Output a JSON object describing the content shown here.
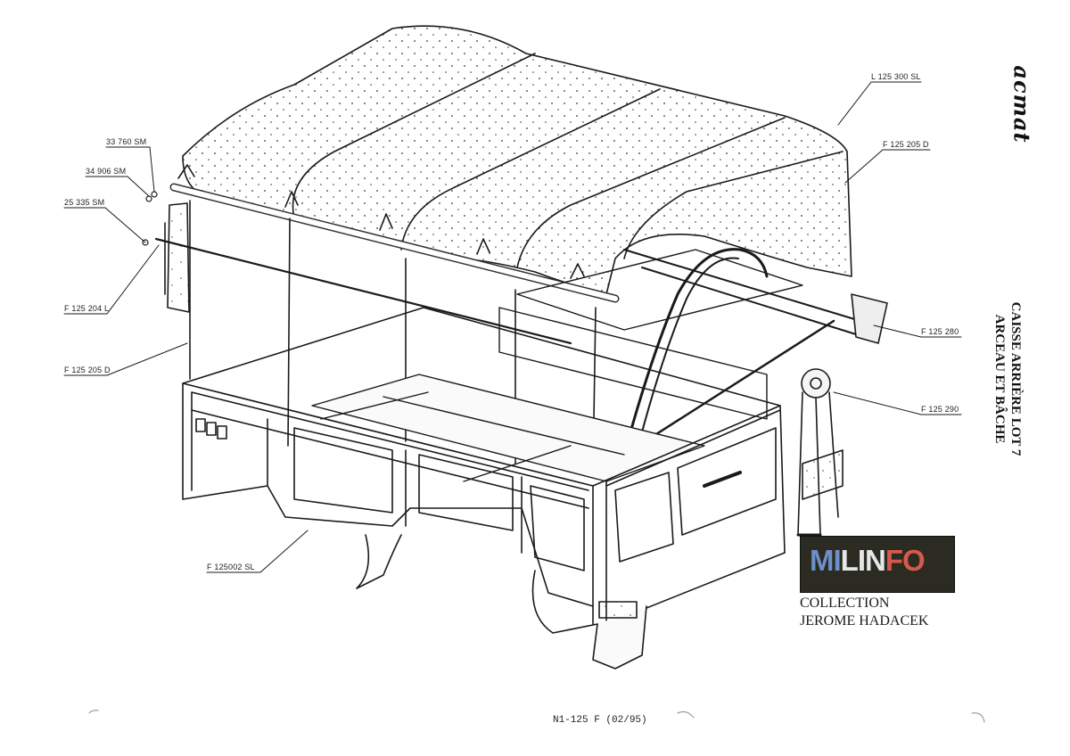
{
  "brand": "acmat",
  "title_lines": [
    "CAISSE ARRIÈRE LOT 7",
    "ARCEAU ET BÂCHE"
  ],
  "callouts": {
    "c_33760": "33 760 SM",
    "c_34906": "34 906 SM",
    "c_25335": "25 335 SM",
    "c_f125204": "F 125 204 L",
    "c_f125205_left": "F 125 205 D",
    "c_l125300": "L 125 300 SL",
    "c_f125205_right": "F 125 205 D",
    "c_f125280": "F 125 280",
    "c_f125290": "F 125 290",
    "c_f125002": "F 125002 SL"
  },
  "watermark": {
    "logo_parts": [
      "MI",
      "LIN",
      "FO"
    ],
    "line1": "COLLECTION",
    "line2": "JEROME HADACEK"
  },
  "footer": "N1-125 F (02/95)"
}
